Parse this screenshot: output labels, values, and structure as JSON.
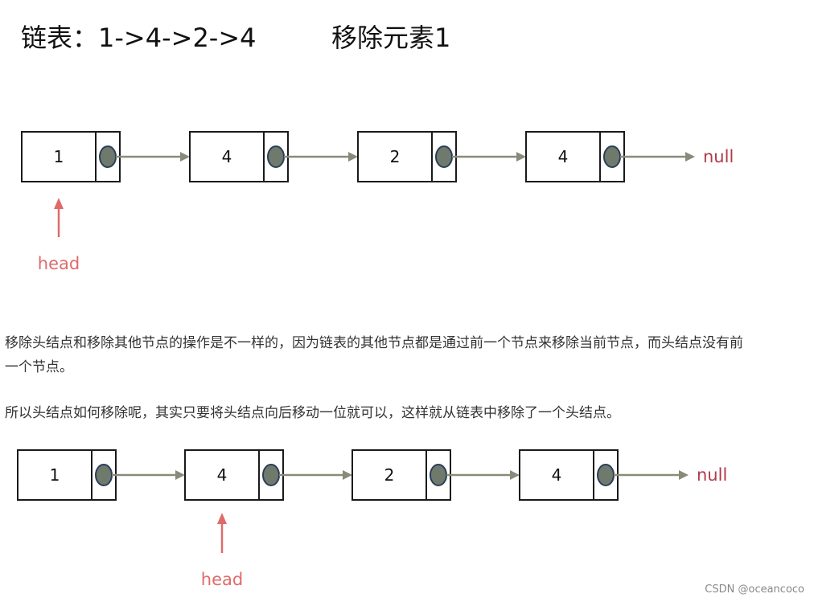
{
  "title_left": "链表：1->4->2->4",
  "title_right": "移除元素1",
  "diagrams": [
    {
      "nodes": [
        "1",
        "4",
        "2",
        "4"
      ],
      "tail": "null",
      "pointer_label": "head",
      "head_index": 0
    },
    {
      "nodes": [
        "1",
        "4",
        "2",
        "4"
      ],
      "tail": "null",
      "pointer_label": "head",
      "head_index": 1
    }
  ],
  "paragraphs": [
    "移除头结点和移除其他节点的操作是不一样的，因为链表的其他节点都是通过前一个节点来移除当前节点，而头结点没有前一个节点。",
    "所以头结点如何移除呢，其实只要将头结点向后移动一位就可以，这样就从链表中移除了一个头结点。"
  ],
  "watermark": "CSDN @oceancoco",
  "colors": {
    "link": "#8a8a7a",
    "null_text": "#b03a47",
    "head_pointer": "#e06a6a",
    "pointer_dot": "#6f7a6c"
  }
}
